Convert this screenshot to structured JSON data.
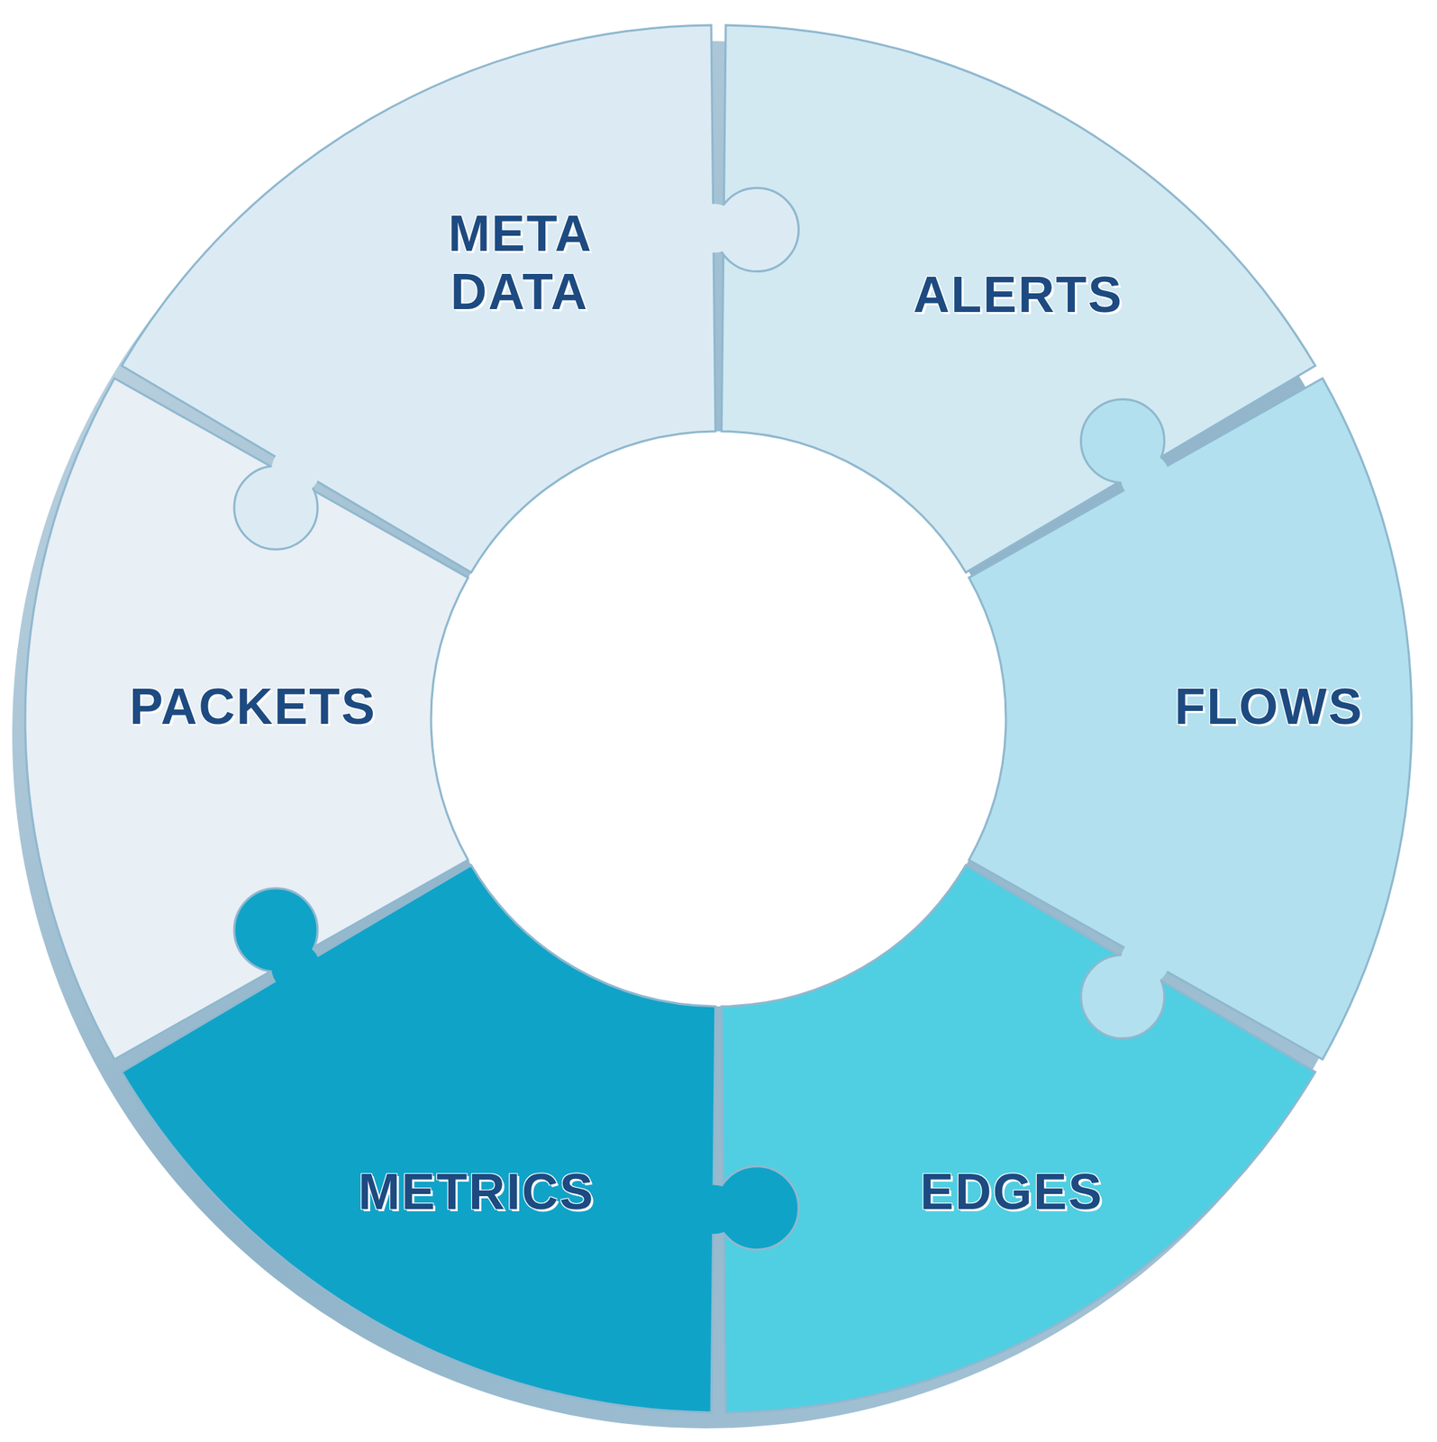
{
  "diagram": {
    "nodes": [
      {
        "text": [
          "META DATA"
        ]
      },
      {
        "text": [
          "ALERTS"
        ]
      },
      {
        "text": [
          "FLOWS"
        ]
      },
      {
        "text": [
          "EDGES"
        ]
      },
      {
        "text": [
          "METRICS"
        ]
      },
      {
        "text": [
          "PACKETS"
        ]
      }
    ]
  }
}
